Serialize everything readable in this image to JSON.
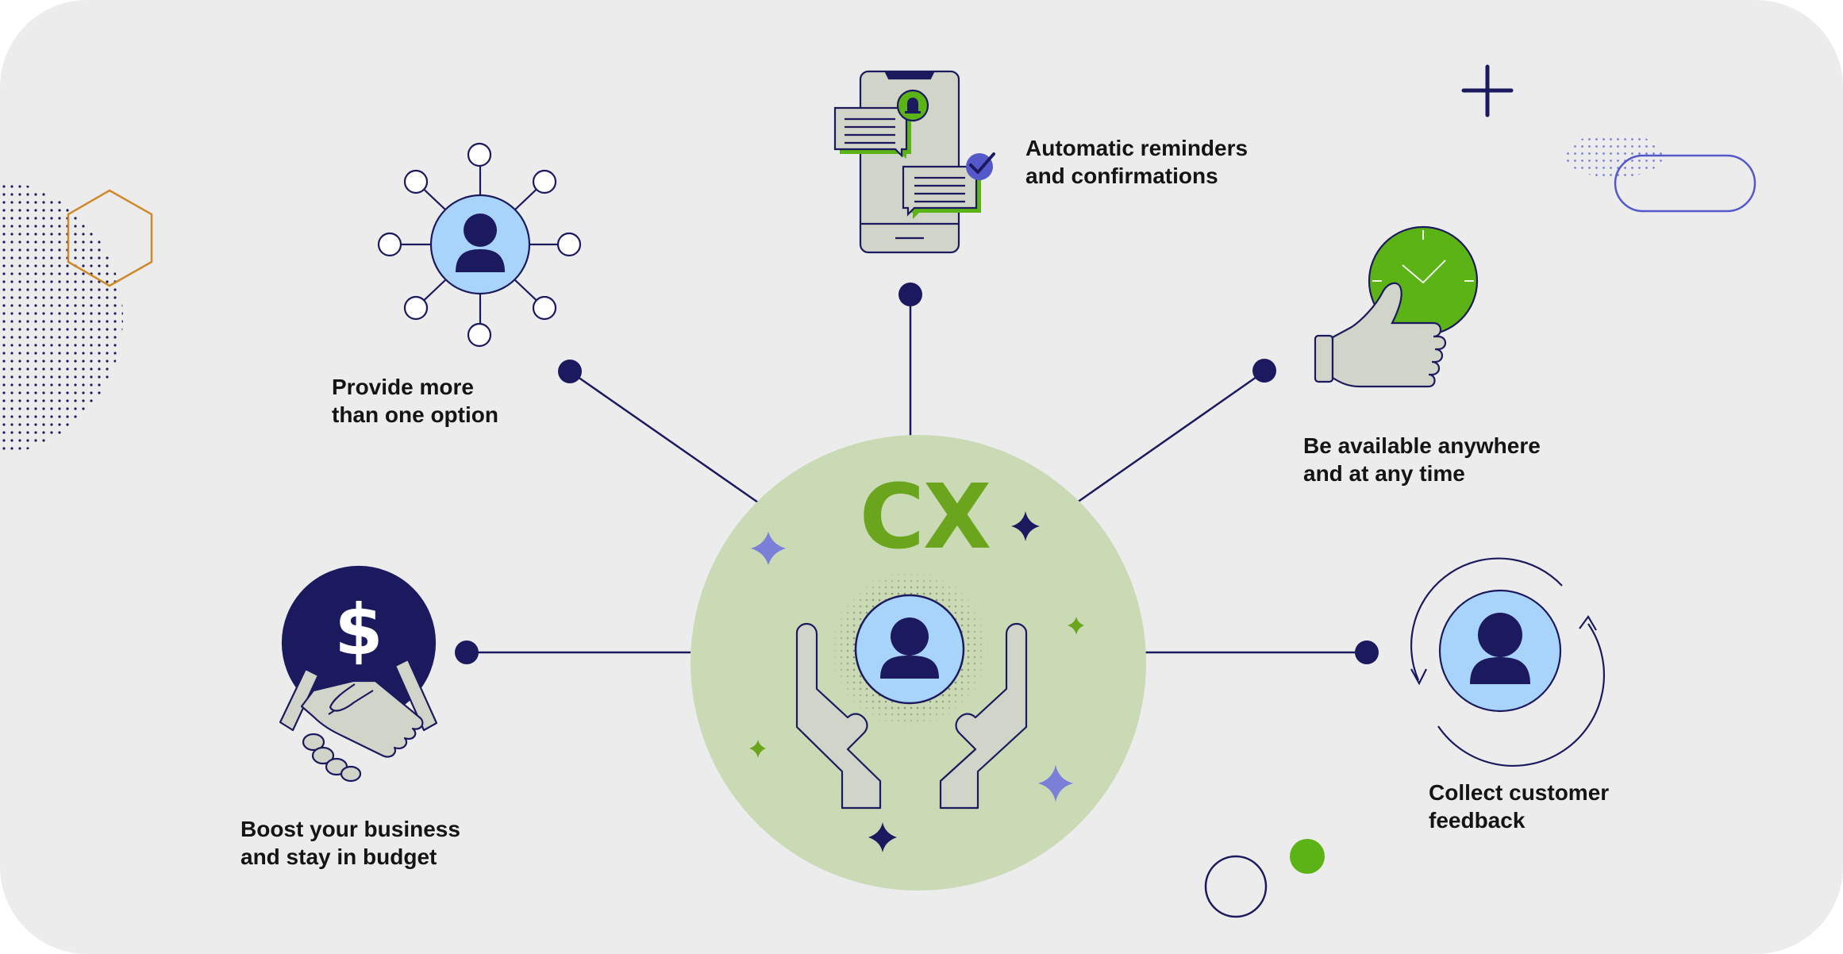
{
  "center": {
    "text": "CX"
  },
  "money_symbol": "$",
  "benefits": [
    {
      "id": "options",
      "lines": [
        "Provide more",
        "than one option"
      ]
    },
    {
      "id": "reminders",
      "lines": [
        "Automatic reminders",
        "and confirmations"
      ]
    },
    {
      "id": "availability",
      "lines": [
        "Be available anywhere",
        "and at any time"
      ]
    },
    {
      "id": "budget",
      "lines": [
        "Boost your business",
        "and stay in budget"
      ]
    },
    {
      "id": "feedback",
      "lines": [
        "Collect customer",
        "feedback"
      ]
    }
  ],
  "colors": {
    "background": "#ececed",
    "navy": "#1c1a5e",
    "green": "#5cb316",
    "cx_green": "#6aa51d",
    "center_circle": "#c9dab5",
    "avatar_blue": "#a8d4fb",
    "hand_gray": "#d1d4c8",
    "accent_purple": "#7b7fd8",
    "outline_purple": "#5558c8",
    "hexagon_orange": "#d0892a",
    "text": "#141414"
  },
  "icons": [
    "network-person-icon",
    "phone-notification-icon",
    "bell-icon",
    "check-icon",
    "thumbs-up-clock-icon",
    "handshake-dollar-icon",
    "refresh-person-icon",
    "caring-hands-person-icon",
    "sparkle-icon"
  ]
}
